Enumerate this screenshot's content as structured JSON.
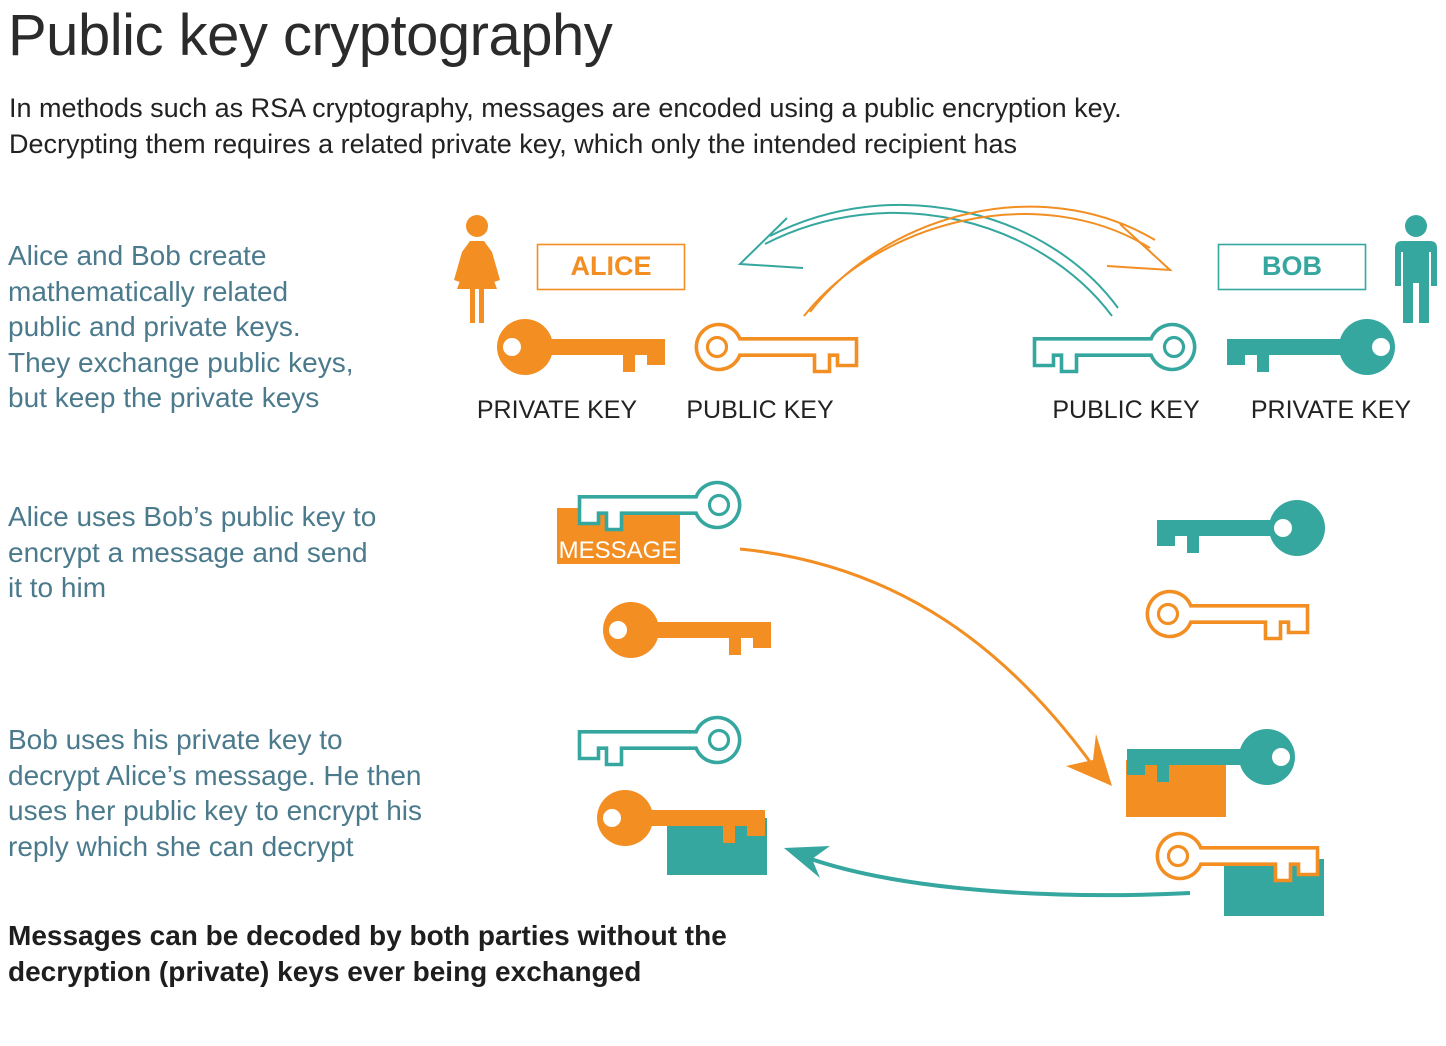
{
  "title": "Public key cryptography",
  "subtitle": {
    "line1": "In methods such as RSA cryptography, messages are encoded using a public encryption key.",
    "line2": "Decrypting them requires a related private key, which only the intended recipient has"
  },
  "steps": [
    {
      "lines": [
        "Alice and Bob create",
        "mathematically related",
        "public and private keys.",
        "They exchange public keys,",
        "but keep the private keys"
      ]
    },
    {
      "lines": [
        "Alice uses Bob’s public key to",
        "encrypt a message and send",
        "it to him"
      ]
    },
    {
      "lines": [
        "Bob uses his private key to",
        "decrypt Alice’s message. He then",
        "uses her public key to encrypt his",
        "reply which she can decrypt"
      ]
    }
  ],
  "footer": {
    "line1": "Messages can be decoded by both parties without the",
    "line2": "decryption (private) keys ever being exchanged"
  },
  "people": {
    "alice": {
      "label": "ALICE",
      "icon": "woman-icon"
    },
    "bob": {
      "label": "BOB",
      "icon": "man-icon"
    }
  },
  "key_labels": {
    "alice_private": "PRIVATE KEY",
    "alice_public": "PUBLIC KEY",
    "bob_public": "PUBLIC KEY",
    "bob_private": "PRIVATE KEY"
  },
  "message_label": "MESSAGE",
  "colors": {
    "orange": "#f28e22",
    "teal": "#35a79f",
    "step_text": "#4b7a8c"
  }
}
